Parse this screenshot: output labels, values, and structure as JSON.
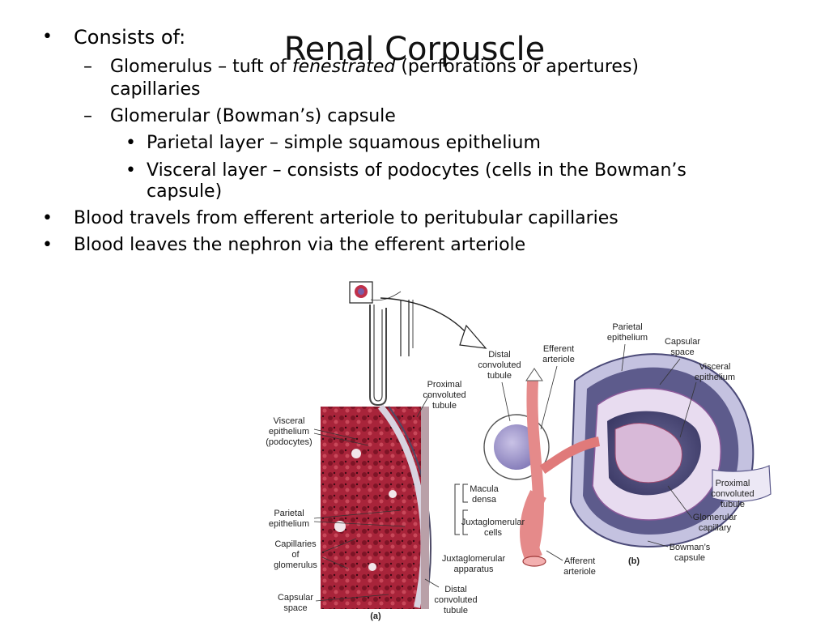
{
  "slide": {
    "title": "Renal Corpuscle",
    "bullets": [
      {
        "marker": "•",
        "text": "Consists of:"
      },
      {
        "marker": "–",
        "pre": "Glomerulus – tuft of ",
        "em": "fenestrated",
        "post": " (perforations or apertures)",
        "cont": "capillaries"
      },
      {
        "marker": "–",
        "text": "Glomerular (Bowman’s) capsule"
      },
      {
        "marker": "•",
        "text": "Parietal layer – simple squamous epithelium"
      },
      {
        "marker": "•",
        "text": "Visceral layer – consists of podocytes (cells in the Bowman’s",
        "cont": "capsule)"
      },
      {
        "marker": "•",
        "text": "Blood travels from efferent arteriole to peritubular capillaries"
      },
      {
        "marker": "•",
        "text": "Blood leaves the nephron via the efferent arteriole"
      }
    ]
  },
  "figure": {
    "panel_a": {
      "tag": "(a)",
      "labels": {
        "proximal": [
          "Proximal",
          "convoluted",
          "tubule"
        ],
        "visceral": [
          "Visceral",
          "epithelium",
          "(podocytes)"
        ],
        "parietal": [
          "Parietal",
          "epithelium"
        ],
        "capillaries": [
          "Capillaries",
          "of",
          "glomerulus"
        ],
        "capsular": [
          "Capsular",
          "space"
        ],
        "distal": [
          "Distal",
          "convoluted",
          "tubule"
        ]
      }
    },
    "panel_b": {
      "tag": "(b)",
      "labels": {
        "distal": [
          "Distal",
          "convoluted",
          "tubule"
        ],
        "efferent": [
          "Efferent",
          "arteriole"
        ],
        "parietal": [
          "Parietal",
          "epithelium"
        ],
        "capsular": [
          "Capsular",
          "space"
        ],
        "visceral": [
          "Visceral",
          "epithelium"
        ],
        "macula": [
          "Macula",
          "densa"
        ],
        "jg_cells": [
          "Juxtaglomerular",
          "cells"
        ],
        "jg_app": [
          "Juxtaglomerular",
          "apparatus"
        ],
        "afferent": [
          "Afferent",
          "arteriole"
        ],
        "proximal": [
          "Proximal",
          "convoluted",
          "tubule"
        ],
        "glom_cap": [
          "Glomerular",
          "capillary"
        ],
        "bowman": [
          "Bowman’s",
          "capsule"
        ]
      }
    }
  }
}
